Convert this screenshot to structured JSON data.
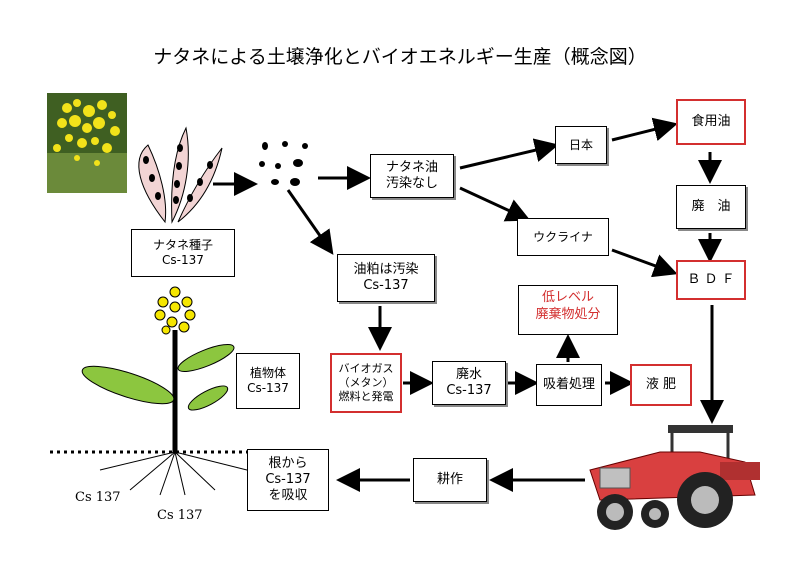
{
  "title": "ナタネによる土壌浄化とバイオエネルギー生産（概念図）",
  "boxes": {
    "seed": "ナタネ種子\nCs-137",
    "oil_clean": "ナタネ油\n汚染なし",
    "japan": "日本",
    "edible_oil": "食用油",
    "waste_oil": "廃　油",
    "ukraine": "ウクライナ",
    "bdf": "Ｂ Ｄ Ｆ",
    "meal": "油粕は汚染\nCs-137",
    "plant_body": "植物体\nCs-137",
    "biogas": "バイオガス\n（メタン）\n燃料と発電",
    "waste_water": "廃水\nCs-137",
    "adsorption": "吸着処理",
    "liquid_fert": "液 肥",
    "tillage": "耕作",
    "roots": "根から\nCs-137\nを吸収"
  },
  "low_level": "低レベル\n廃棄物処分",
  "soil_labels": {
    "left": "Cs 137",
    "center": "Cs 137"
  },
  "colors": {
    "red_border": "#d32f2f",
    "leaf": "#8cc63f",
    "flower": "#f5e600",
    "pod": "#f2d4d4",
    "tractor": "#d94040"
  }
}
